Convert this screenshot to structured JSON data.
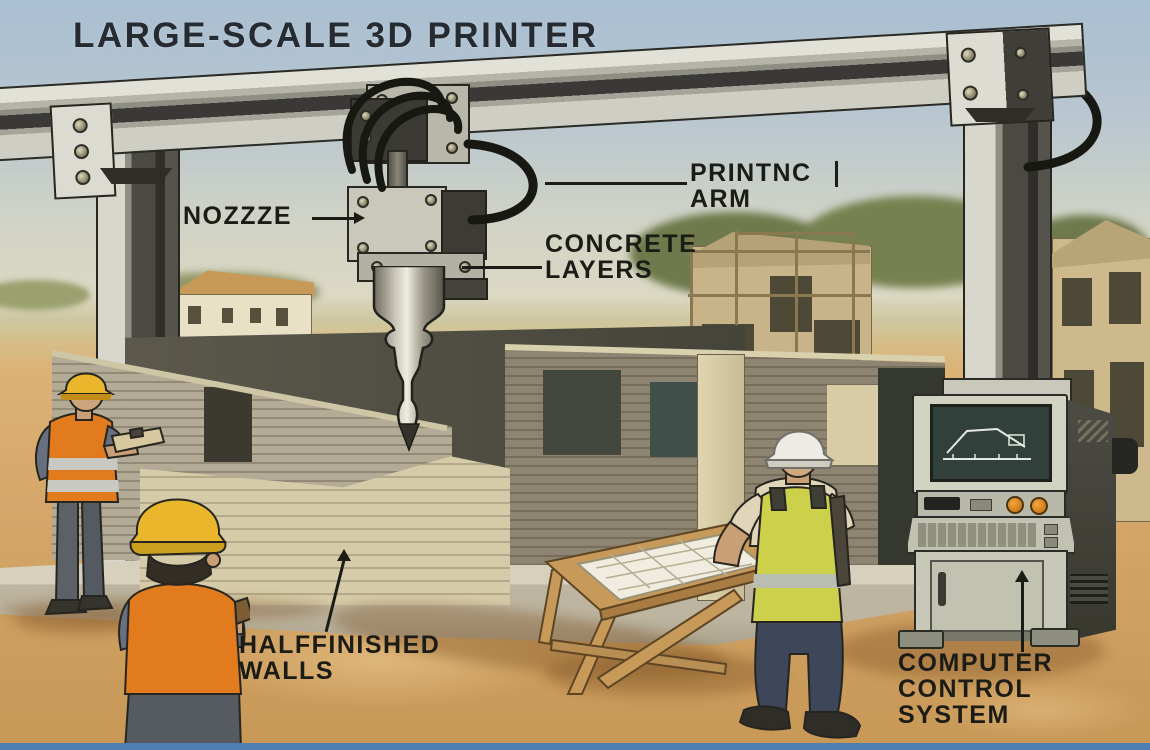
{
  "title": "LARGE-SCALE 3D PRINTER",
  "callouts": {
    "nozzle": {
      "label": "NOZZZE"
    },
    "printing_arm": {
      "line1": "PRINTNC",
      "line2": "ARM"
    },
    "concrete_layers": {
      "line1": "CONCRETE",
      "line2": "LAYERS"
    },
    "half_finished_walls": {
      "line1": "HALFFINISHED",
      "line2": "WALLS"
    },
    "computer_control_system": {
      "line1": "COMPUTER",
      "line2": "CONTROL",
      "line3": "SYSTEM"
    }
  },
  "colors": {
    "sky_top": "#a9bfd2",
    "sand": "#d4a768",
    "label_text": "#1c1c16",
    "steel_light": "#d8d7cd",
    "steel_dark": "#46453f",
    "wall_front_beige": "#d6cba8",
    "wall_back_taupe": "#b3ab96",
    "wall_right_gray": "#8d8471",
    "vest_orange": "#e27a1e",
    "vest_yellow": "#ccd04a",
    "helmet_yellow": "#eab62c",
    "helmet_white": "#edebe3",
    "screen_green": "#31403a",
    "amber_button": "#e08a1c",
    "bottom_strip_blue": "#4e7fb2"
  }
}
